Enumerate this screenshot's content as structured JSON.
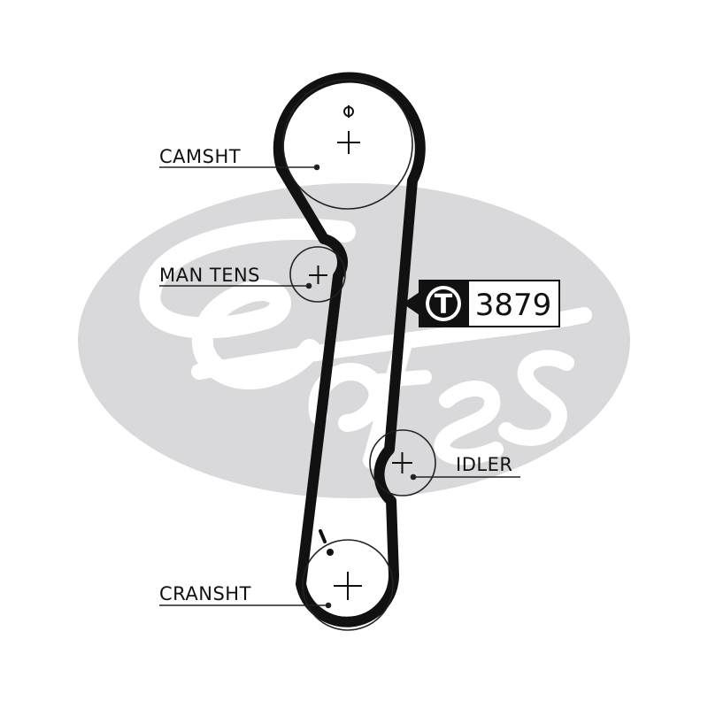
{
  "watermark": {
    "name": "gates-logo",
    "text": "Gates",
    "color": "#d9d9dc"
  },
  "colors": {
    "belt": "#111111",
    "line": "#222222",
    "background": "#ffffff"
  },
  "pulleys": [
    {
      "id": "camshaft",
      "label": "CAMSHT"
    },
    {
      "id": "manual-tensioner",
      "label": "MAN TENS"
    },
    {
      "id": "idler",
      "label": "IDLER"
    },
    {
      "id": "crankshaft",
      "label": "CRANSHT"
    }
  ],
  "part": {
    "badge_letter": "T",
    "number": "3879",
    "icon": "belt-tag-arrow-icon"
  }
}
